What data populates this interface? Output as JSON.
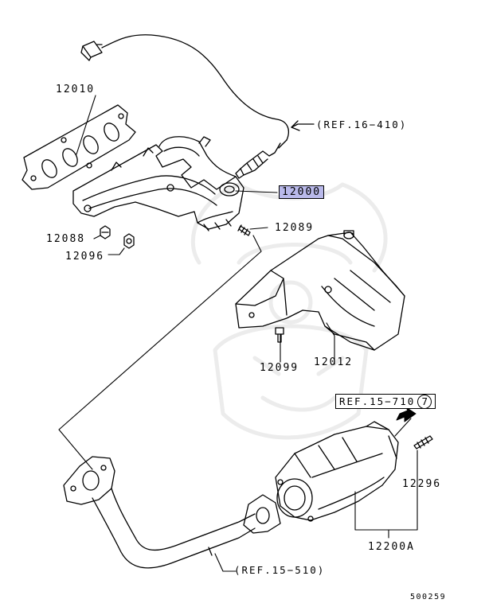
{
  "parts": {
    "p12010": "12010",
    "p12000": "12000",
    "p12088": "12088",
    "p12089": "12089",
    "p12096": "12096",
    "p12099": "12099",
    "p12012": "12012",
    "p12296": "12296",
    "p12200a": "12200A"
  },
  "refs": {
    "ref_16_410": "(REF.16−410)",
    "ref_15_710": "REF.15−710",
    "ref_15_710_page": "7",
    "ref_15_510": "(REF.15−510)"
  },
  "diagram_code": "500259",
  "colors": {
    "line": "#000000",
    "highlight": "#b9b9ea",
    "watermark": "#ececec"
  }
}
